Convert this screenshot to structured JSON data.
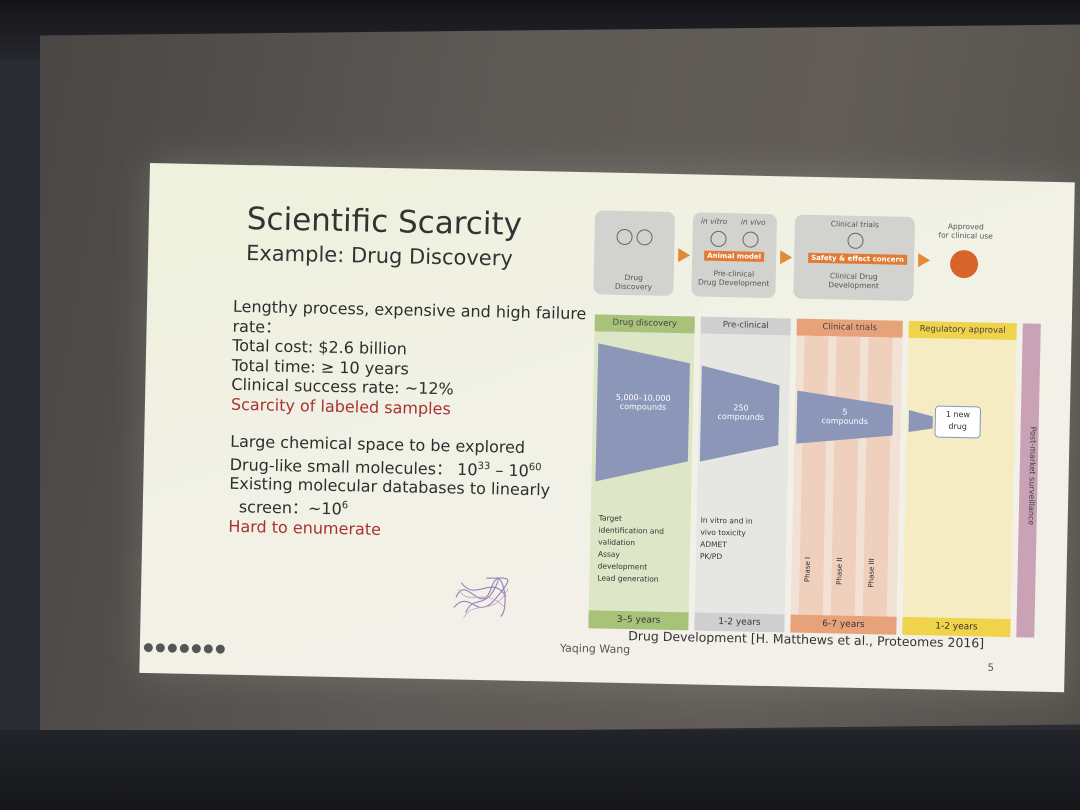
{
  "slide": {
    "title": "Scientific Scarcity",
    "subtitle": "Example: Drug Discovery",
    "lines": [
      "Lengthy process, expensive and high failure",
      "rate：",
      "Total cost: $2.6 billion",
      "Total time: ≥ 10 years",
      "Clinical success rate: ~12%"
    ],
    "red1": "Scarcity of labeled samples",
    "lines2": [
      "Large chemical space to be explored"
    ],
    "druglike_prefix": "Drug-like small molecules：",
    "druglike_base1": "10",
    "druglike_exp1": "33",
    "druglike_dash": " – ",
    "druglike_base2": "10",
    "druglike_exp2": "60",
    "existing1": "Existing molecular databases to linearly",
    "existing2_prefix": "screen：~10",
    "existing2_exp": "6",
    "red2": "Hard to enumerate",
    "author": "Yaqing Wang",
    "caption": "Drug Development [H. Matthews et al., Proteomes 2016]",
    "page_number": "5"
  },
  "diagram": {
    "flow": {
      "drug_discovery": "Drug\nDiscovery",
      "in_vitro": "in vitro",
      "in_vivo": "in vivo",
      "animal_model": "Animal model",
      "preclinical": "Pre-clinical\nDrug Development",
      "clinical_trials": "Clinical trials",
      "safety": "Safety & effect concern",
      "clinical_dev": "Clinical Drug\nDevelopment",
      "approved": "Approved\nfor clinical use"
    },
    "stages": [
      {
        "name": "Drug discovery",
        "color": "#a9c27a",
        "years": "3–5 years",
        "compounds": "5,000–10,000\ncompounds"
      },
      {
        "name": "Pre-clinical",
        "color": "#cfcfcf",
        "years": "1-2 years",
        "compounds": "250\ncompounds"
      },
      {
        "name": "Clinical trials",
        "color": "#e8a27a",
        "years": "6-7 years",
        "compounds": "5\ncompounds"
      },
      {
        "name": "Regulatory approval",
        "color": "#f0d34a",
        "years": "1-2 years",
        "compounds": "1 new\ndrug"
      }
    ],
    "discovery_details": [
      "Target",
      "identification and",
      "validation",
      "Assay",
      "development",
      "Lead generation"
    ],
    "preclinical_details": [
      "In vitro and in",
      "vivo toxicity",
      "ADMET",
      "PK/PD"
    ],
    "phases": [
      "Phase I",
      "Phase II",
      "Phase III"
    ],
    "post_market": "Post-market surveillance"
  }
}
